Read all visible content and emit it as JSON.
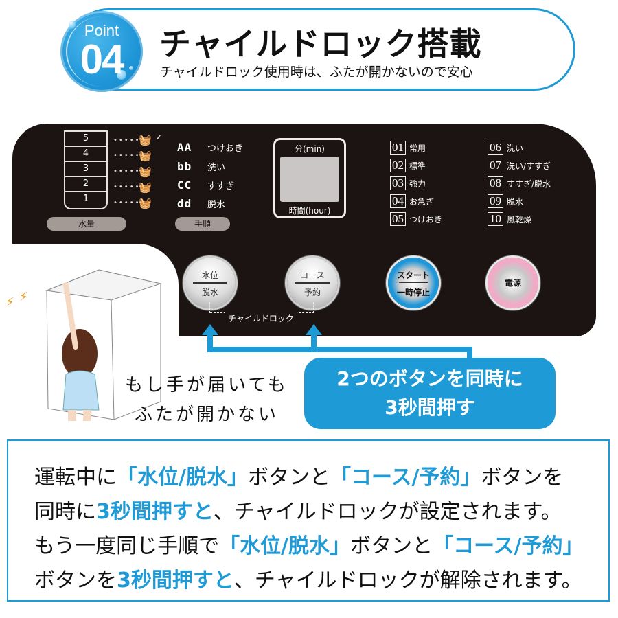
{
  "header": {
    "badge_label": "Point",
    "badge_number": "04",
    "title": "チャイルドロック搭載",
    "subtitle": "チャイルドロック使用時は、ふたが開かないので安心"
  },
  "panel": {
    "water_level": {
      "levels": [
        "5",
        "4",
        "3",
        "2",
        "1"
      ],
      "label": "水量"
    },
    "steps": {
      "items": [
        {
          "code": "AA",
          "label": "つけおき"
        },
        {
          "code": "bb",
          "label": "洗い"
        },
        {
          "code": "CC",
          "label": "すすぎ"
        },
        {
          "code": "dd",
          "label": "脱水"
        }
      ],
      "label": "手順"
    },
    "timer": {
      "top_label": "分(min)",
      "bottom_label": "時間(hour)"
    },
    "courses": [
      {
        "num": "01",
        "label": "常用"
      },
      {
        "num": "02",
        "label": "標準"
      },
      {
        "num": "03",
        "label": "強力"
      },
      {
        "num": "04",
        "label": "お急ぎ"
      },
      {
        "num": "05",
        "label": "つけおき"
      },
      {
        "num": "06",
        "label": "洗い"
      },
      {
        "num": "07",
        "label": "洗い/すすぎ"
      },
      {
        "num": "08",
        "label": "すすぎ/脱水"
      },
      {
        "num": "09",
        "label": "脱水"
      },
      {
        "num": "10",
        "label": "風乾燥"
      }
    ],
    "buttons": {
      "water": {
        "top": "水位",
        "bottom": "脱水"
      },
      "course": {
        "top": "コース",
        "bottom": "予約"
      },
      "start": {
        "top": "スタート",
        "bottom": "一時停止"
      },
      "power": {
        "label": "電源"
      }
    },
    "child_lock_label": "チャイルドロック"
  },
  "illustration": {
    "caption_line1": "もし手が届いても",
    "caption_line2": "ふたが開かない",
    "alert_glyph": "⚡"
  },
  "callout": {
    "line1": "2つのボタンを同時に",
    "line2": "3秒間押す"
  },
  "info": {
    "line1": {
      "a": "運転中に",
      "b": "「水位/脱水」",
      "c": "ボタンと",
      "d": "「コース/予約」",
      "e": "ボタンを"
    },
    "line2": {
      "a": "同時に",
      "b": "3秒間押すと",
      "c": "、チャイルドロックが設定されます。"
    },
    "line3": {
      "a": "もう一度同じ手順で",
      "b": "「水位/脱水」",
      "c": "ボタンと",
      "d": "「コース/予約」"
    },
    "line4": {
      "a": "ボタンを",
      "b": "3秒間押すと",
      "c": "、チャイルドロックが解除されます。"
    }
  },
  "colors": {
    "accent_blue": "#1e9ad6",
    "panel_dark": "#1c1413",
    "pill_gray": "#a49a95",
    "power_pink": "#f2a9c6",
    "alert_orange": "#f0a020"
  }
}
